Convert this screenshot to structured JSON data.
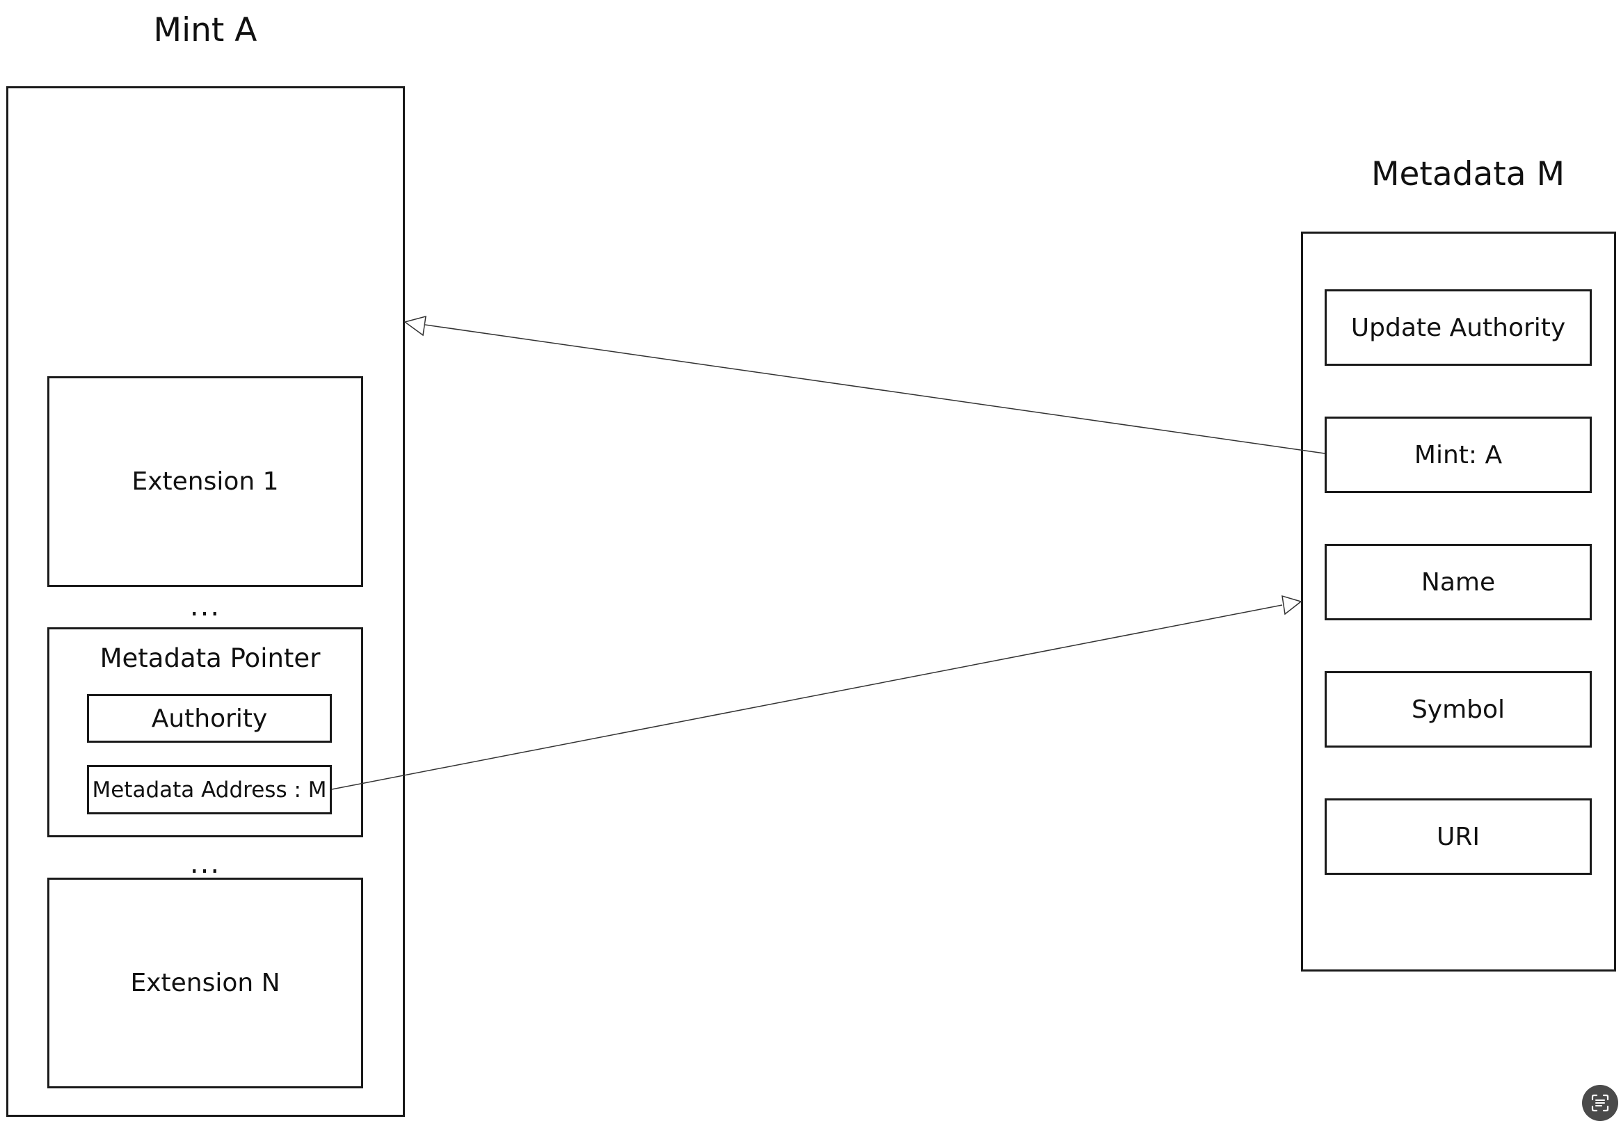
{
  "mint": {
    "title": "Mint A",
    "extension_first": "Extension 1",
    "ellipsis": "...",
    "pointer": {
      "title": "Metadata Pointer",
      "authority": "Authority",
      "metadata_address": "Metadata Address : M"
    },
    "extension_last": "Extension N"
  },
  "metadata": {
    "title": "Metadata M",
    "fields": [
      "Update Authority",
      "Mint: A",
      "Name",
      "Symbol",
      "URI"
    ]
  },
  "connectors": [
    {
      "from": "Mint: A",
      "to": "Mint A",
      "arrow": "hollow-triangle"
    },
    {
      "from": "Metadata Address : M",
      "to": "Metadata M",
      "arrow": "hollow-triangle"
    }
  ],
  "overlay": {
    "icon": "scan-text-icon"
  }
}
